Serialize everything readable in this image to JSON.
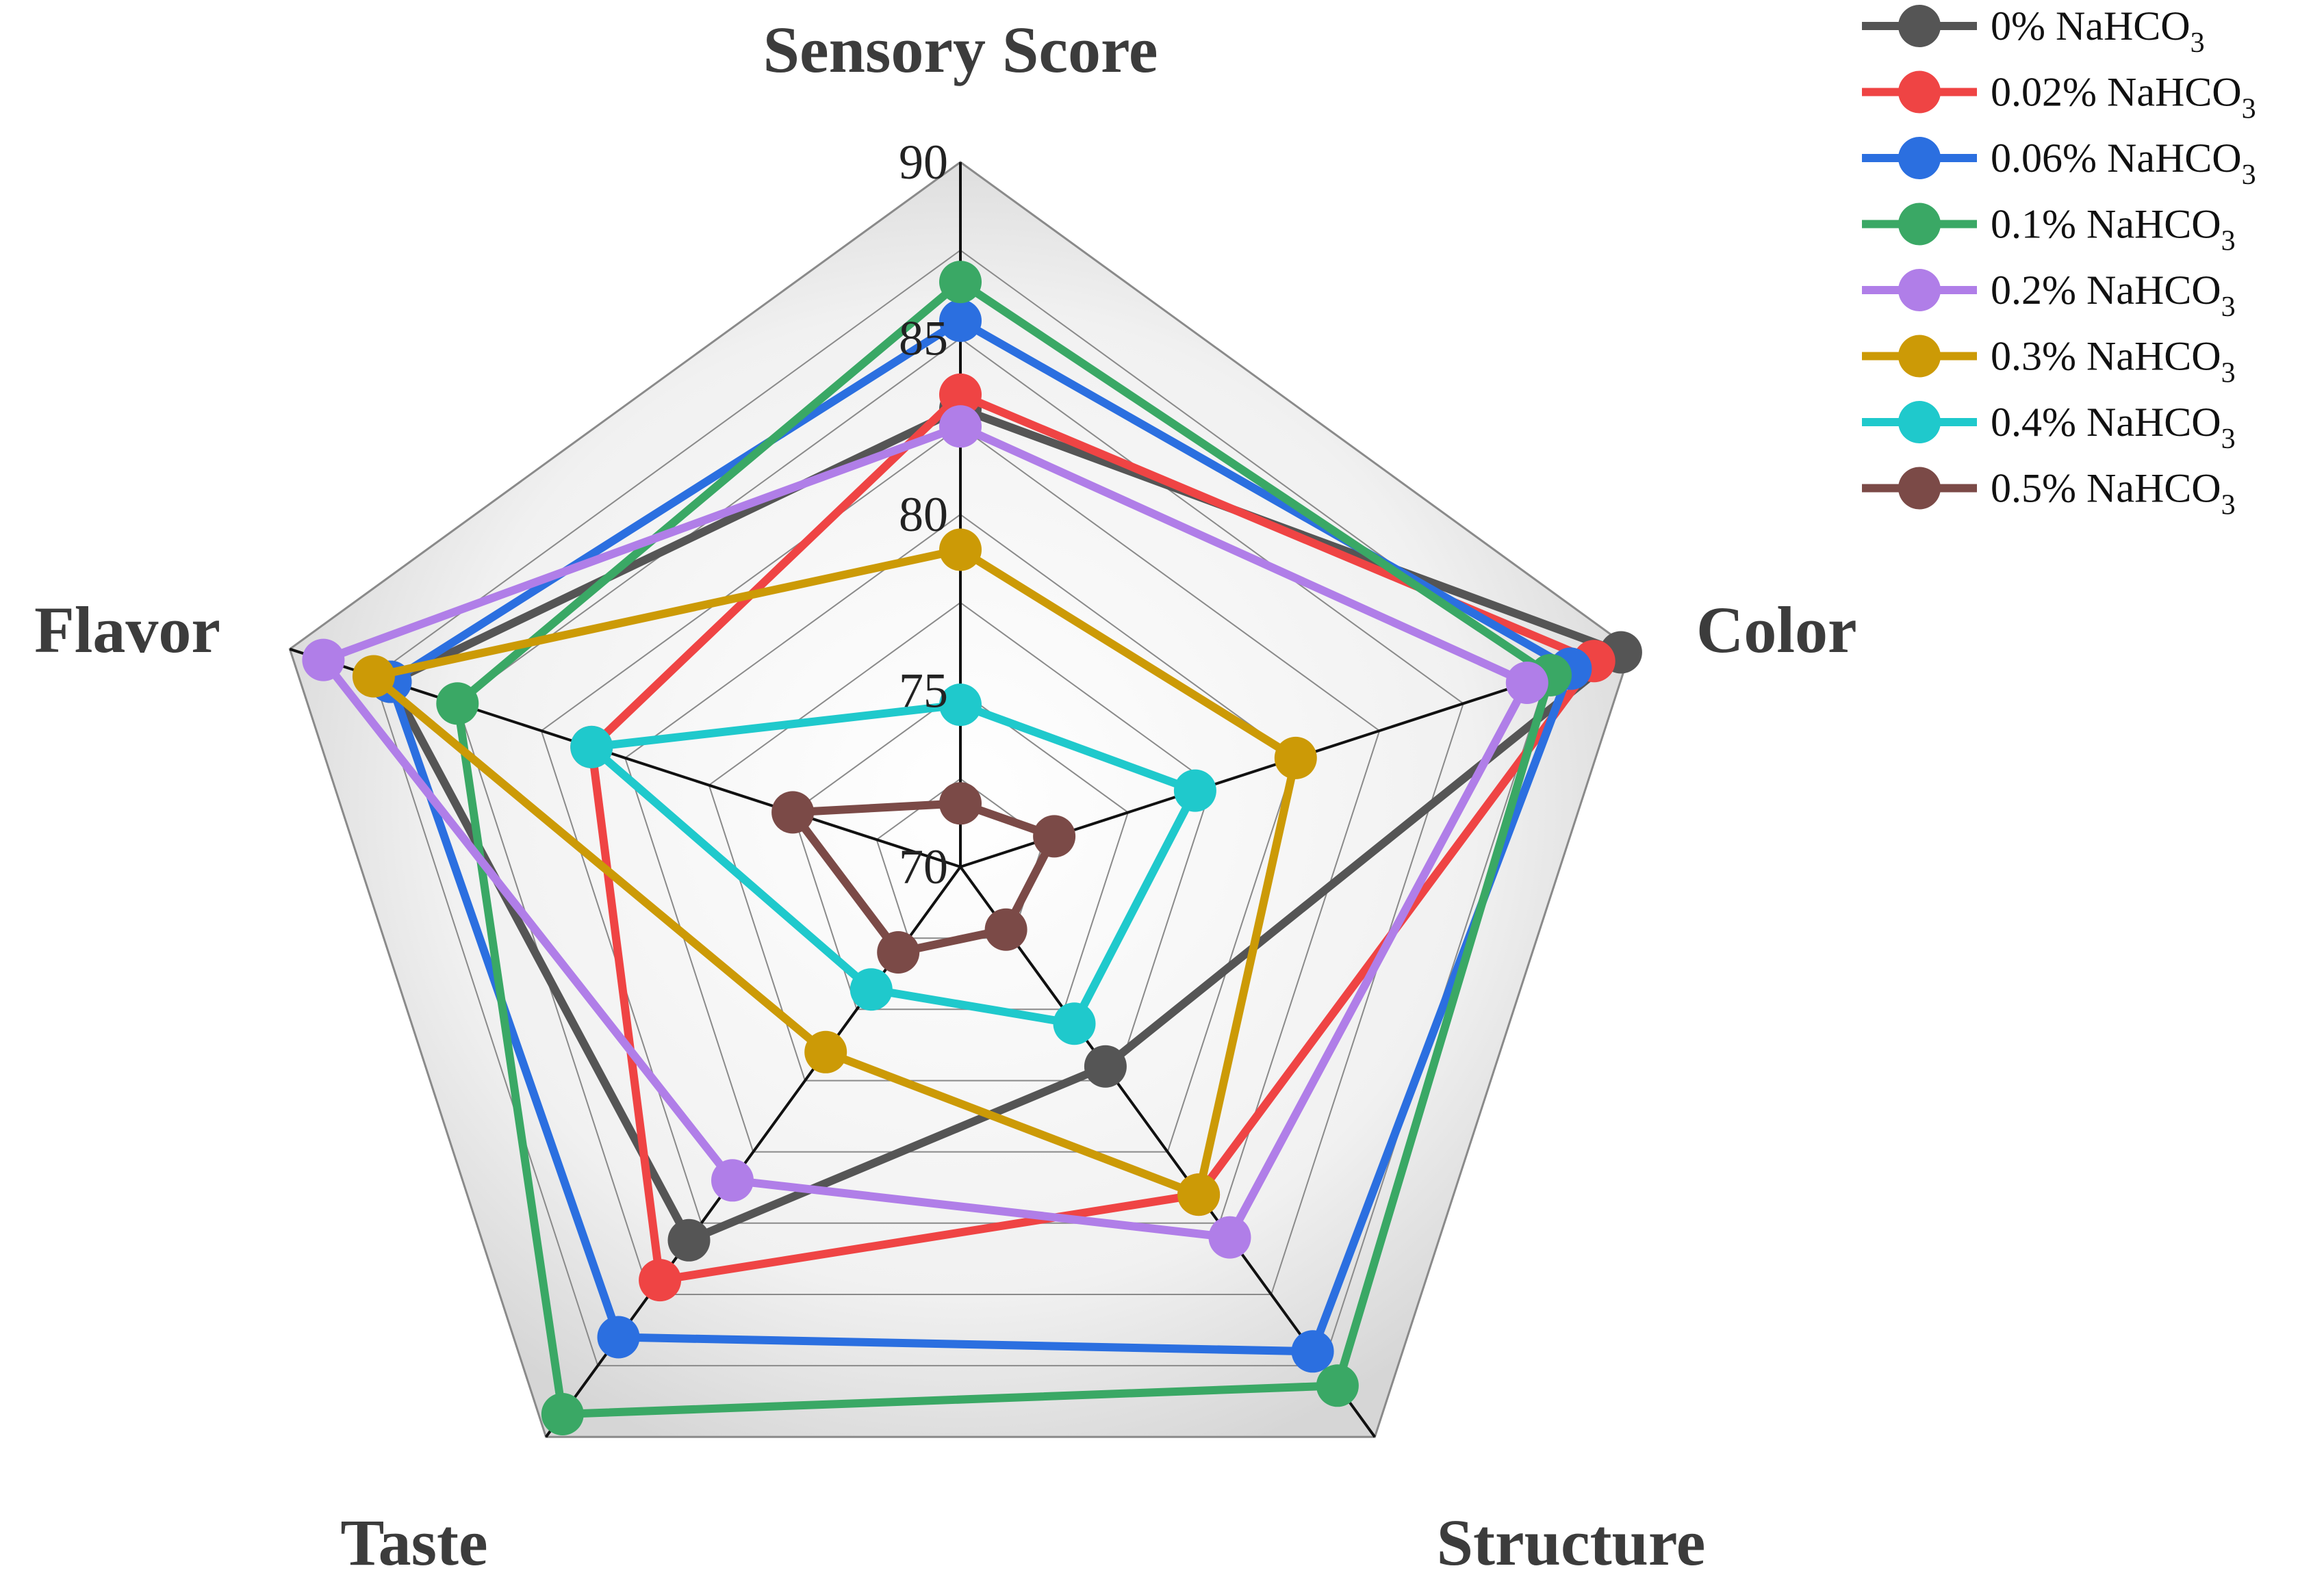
{
  "chart_data": {
    "type": "radar",
    "axes": [
      "Sensory Score",
      "Color",
      "Structure",
      "Taste",
      "Flavor"
    ],
    "ticks": [
      "70",
      "75",
      "80",
      "85",
      "90"
    ],
    "range": [
      70,
      90
    ],
    "grid": true,
    "legend_position": "top-right",
    "series": [
      {
        "name": "0%",
        "formula": "NaHCO",
        "subscript": "3",
        "color": "#555555",
        "values": [
          83.0,
          89.7,
          77.0,
          83.1,
          87.0
        ]
      },
      {
        "name": "0.02%",
        "formula": "NaHCO",
        "subscript": "3",
        "color": "#ef4444",
        "values": [
          83.4,
          88.9,
          81.5,
          84.5,
          81.0
        ]
      },
      {
        "name": "0.06%",
        "formula": "NaHCO",
        "subscript": "3",
        "color": "#2b6fe0",
        "values": [
          85.5,
          88.2,
          87.0,
          86.5,
          87.0
        ]
      },
      {
        "name": "0.1%",
        "formula": "NaHCO",
        "subscript": "3",
        "color": "#3aa865",
        "values": [
          86.6,
          87.6,
          88.2,
          89.2,
          85.0
        ]
      },
      {
        "name": "0.2%",
        "formula": "NaHCO",
        "subscript": "3",
        "color": "#b07ee8",
        "values": [
          82.5,
          86.9,
          83.0,
          81.0,
          89.0
        ]
      },
      {
        "name": "0.3%",
        "formula": "NaHCO",
        "subscript": "3",
        "color": "#cc9a06",
        "values": [
          79.0,
          80.0,
          81.5,
          76.5,
          87.5
        ]
      },
      {
        "name": "0.4%",
        "formula": "NaHCO",
        "subscript": "3",
        "color": "#1fc9cc",
        "values": [
          74.6,
          77.0,
          75.5,
          74.3,
          81.0
        ]
      },
      {
        "name": "0.5%",
        "formula": "NaHCO",
        "subscript": "3",
        "color": "#7b4a47",
        "values": [
          71.8,
          72.8,
          72.2,
          73.0,
          75.0
        ]
      }
    ]
  }
}
